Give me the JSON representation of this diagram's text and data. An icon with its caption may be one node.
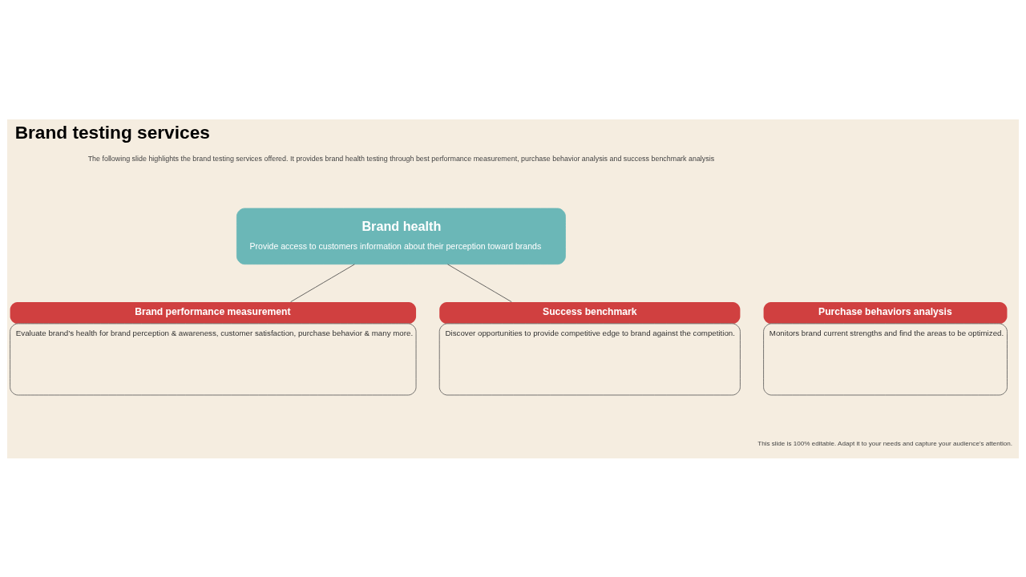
{
  "diagram": {
    "title": "Brand testing services",
    "nodes": [
      {
        "text": [
          "Brand health",
          "Provide access to customers information about their perception toward brands"
        ]
      },
      {
        "text": [
          "Brand performance measurement",
          "Evaluate brand’s health for brand perception & awareness, customer satisfaction, purchase behavior & many more."
        ]
      },
      {
        "text": [
          "Purchase behaviors analysis",
          "Monitors brand current strengths and find the areas to be optimized."
        ]
      },
      {
        "text": [
          "Success benchmark",
          "Discover opportunities to provide competitive edge to brand against the competition."
        ]
      }
    ],
    "edges": [
      {
        "from": 0,
        "to": 1,
        "arrow": "none"
      },
      {
        "from": 0,
        "to": 3,
        "arrow": "none"
      }
    ],
    "labels": [
      "The following slide highlights the brand testing services offered. It provides brand health testing through best performance measurement, purchase behavior analysis and success benchmark analysis",
      "This slide is 100% editable. Adapt it to your needs and capture your audience's attention."
    ]
  }
}
